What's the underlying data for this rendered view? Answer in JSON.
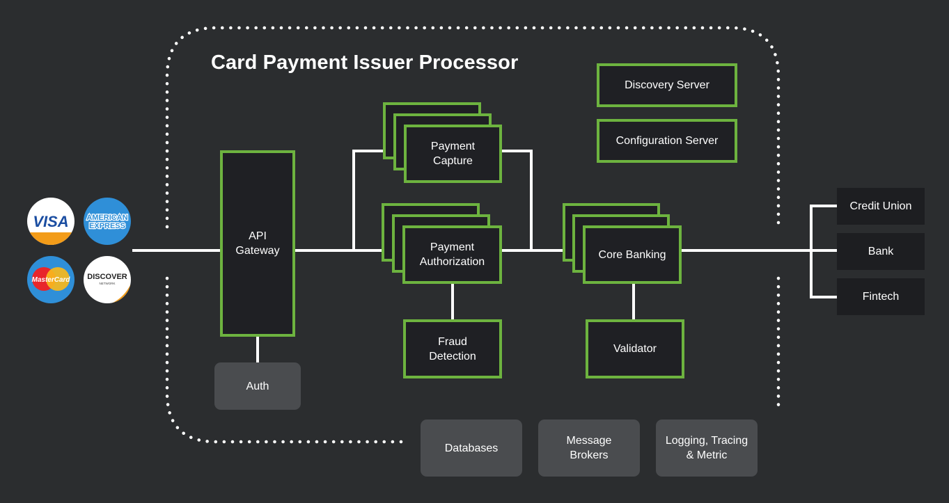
{
  "title": "Card Payment Issuer Processor",
  "nodes": {
    "api_gateway": "API\nGateway",
    "auth": "Auth",
    "payment_capture": "Payment\nCapture",
    "payment_authorization": "Payment\nAuthorization",
    "fraud_detection": "Fraud\nDetection",
    "core_banking": "Core Banking",
    "validator": "Validator",
    "discovery_server": "Discovery Server",
    "configuration_server": "Configuration Server"
  },
  "infrastructure": {
    "databases": "Databases",
    "message_brokers": "Message\nBrokers",
    "logging": "Logging, Tracing\n& Metric"
  },
  "destinations": {
    "credit_union": "Credit Union",
    "bank": "Bank",
    "fintech": "Fintech"
  },
  "card_networks": {
    "visa": "VISA",
    "amex": "AMERICAN EXPRESS",
    "mastercard": "MasterCard",
    "discover": "DISCOVER",
    "discover_sub": "NETWORK"
  },
  "colors": {
    "background": "#2b2d2f",
    "accent_green": "#6db33f",
    "box_fill": "#1f2024",
    "grey_box": "#4a4c4f",
    "line": "#ffffff"
  }
}
